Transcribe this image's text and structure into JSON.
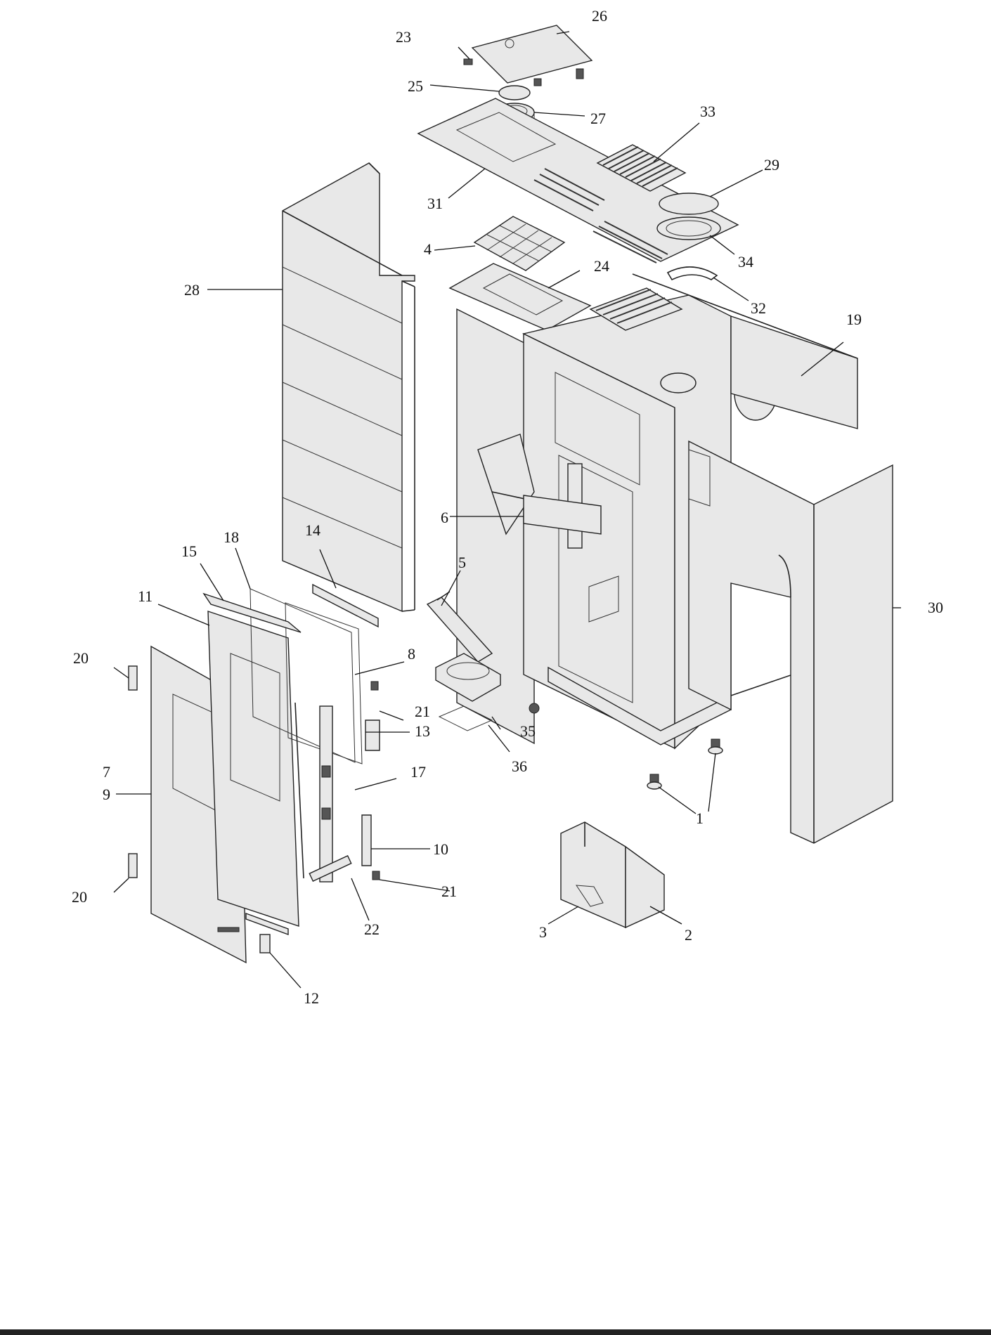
{
  "callouts": {
    "c1": "1",
    "c2": "2",
    "c3": "3",
    "c4": "4",
    "c5": "5",
    "c6": "6",
    "c7": "7",
    "c8": "8",
    "c9": "9",
    "c10": "10",
    "c11": "11",
    "c12": "12",
    "c13": "13",
    "c14": "14",
    "c15": "15",
    "c17": "17",
    "c18": "18",
    "c19": "19",
    "c20a": "20",
    "c20b": "20",
    "c21a": "21",
    "c21b": "21",
    "c22": "22",
    "c23": "23",
    "c24": "24",
    "c25": "25",
    "c26": "26",
    "c27": "27",
    "c28": "28",
    "c29": "29",
    "c30": "30",
    "c31": "31",
    "c32": "32",
    "c33": "33",
    "c34": "34",
    "c35": "35",
    "c36": "36"
  }
}
